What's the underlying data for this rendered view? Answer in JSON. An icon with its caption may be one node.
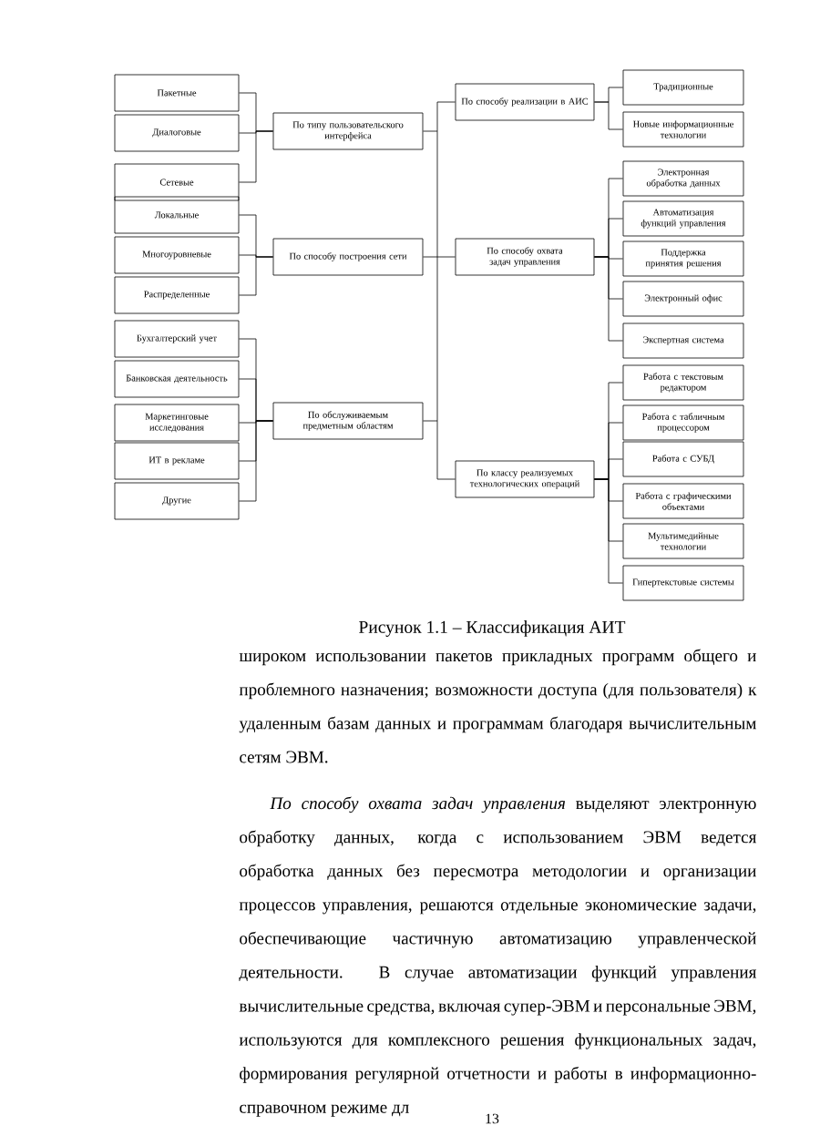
{
  "diagram": {
    "caption": "Рисунок 1.1 – Классификация АИТ",
    "nodes": [
      {
        "text": [
          "Пакетные"
        ]
      },
      {
        "text": [
          "Диалоговые"
        ]
      },
      {
        "text": [
          "Сетевые"
        ]
      },
      {
        "text": [
          "Локальные"
        ]
      },
      {
        "text": [
          "Многоуровневые"
        ]
      },
      {
        "text": [
          "Распределенные"
        ]
      },
      {
        "text": [
          "Бухгалтерский учет"
        ]
      },
      {
        "text": [
          "Банковская деятельность"
        ]
      },
      {
        "text": [
          "Маркетинговые исследования"
        ]
      },
      {
        "text": [
          "ИТ в рекламе"
        ]
      },
      {
        "text": [
          "Другие"
        ]
      },
      {
        "text": [
          "По типу пользовательского интерфейса"
        ]
      },
      {
        "text": [
          "По способу построения сети"
        ]
      },
      {
        "text": [
          "По обслуживаемым предметным областям"
        ]
      },
      {
        "text": [
          "По способу реализации в АИС"
        ]
      },
      {
        "text": [
          "По способу охвата задач управления"
        ]
      },
      {
        "text": [
          "По классу реализуемых технологических операций"
        ]
      },
      {
        "text": [
          "Традиционные"
        ]
      },
      {
        "text": [
          "Новые информационные технологии"
        ]
      },
      {
        "text": [
          "Электронная обработка данных"
        ]
      },
      {
        "text": [
          "Автоматизация функций управления"
        ]
      },
      {
        "text": [
          "Поддержка принятия решения"
        ]
      },
      {
        "text": [
          "Электронный офис"
        ]
      },
      {
        "text": [
          "Экспертная система"
        ]
      },
      {
        "text": [
          "Работа с текстовым редактором"
        ]
      },
      {
        "text": [
          "Работа с табличным процессором"
        ]
      },
      {
        "text": [
          "Работа с СУБД"
        ]
      },
      {
        "text": [
          "Работа с графическими объектами"
        ]
      },
      {
        "text": [
          "Мультимедийные технологии"
        ]
      },
      {
        "text": [
          "Гипертекстовые системы"
        ]
      }
    ],
    "edges": [
      {
        "from": 0,
        "to": 11,
        "arrow": "none"
      },
      {
        "from": 1,
        "to": 11,
        "arrow": "none"
      },
      {
        "from": 2,
        "to": 11,
        "arrow": "none"
      },
      {
        "from": 3,
        "to": 12,
        "arrow": "none"
      },
      {
        "from": 4,
        "to": 12,
        "arrow": "none"
      },
      {
        "from": 5,
        "to": 12,
        "arrow": "none"
      },
      {
        "from": 6,
        "to": 13,
        "arrow": "none"
      },
      {
        "from": 7,
        "to": 13,
        "arrow": "none"
      },
      {
        "from": 8,
        "to": 13,
        "arrow": "none"
      },
      {
        "from": 9,
        "to": 13,
        "arrow": "none"
      },
      {
        "from": 10,
        "to": 13,
        "arrow": "none"
      },
      {
        "from": 14,
        "to": 17,
        "arrow": "none"
      },
      {
        "from": 14,
        "to": 18,
        "arrow": "none"
      },
      {
        "from": 15,
        "to": 19,
        "arrow": "none"
      },
      {
        "from": 15,
        "to": 20,
        "arrow": "none"
      },
      {
        "from": 15,
        "to": 21,
        "arrow": "none"
      },
      {
        "from": 15,
        "to": 22,
        "arrow": "none"
      },
      {
        "from": 15,
        "to": 23,
        "arrow": "none"
      },
      {
        "from": 16,
        "to": 24,
        "arrow": "none"
      },
      {
        "from": 16,
        "to": 25,
        "arrow": "none"
      },
      {
        "from": 16,
        "to": 26,
        "arrow": "none"
      },
      {
        "from": 16,
        "to": 27,
        "arrow": "none"
      },
      {
        "from": 16,
        "to": 28,
        "arrow": "none"
      },
      {
        "from": 16,
        "to": 29,
        "arrow": "none"
      }
    ],
    "labels": [
      "широком использовании пакетов прикладных программ общего и проблемного назначения; возможности доступа (для пользователя) к удаленным базам данных и программам благодаря вычислительным сетям ЭВМ.",
      "*По способу охвата задач управления* выделяют электронную обработку данных, когда с использованием ЭВМ ведется обработка данных без пересмотра методологии и организации процессов управления, решаются отдельные экономические задачи, обеспечивающие частичную автоматизацию управленческой деятельности. В случае автоматизации функций управления вычислительные средства, включая супер-ЭВМ и персональные ЭВМ, используются для комплексного решения функциональных задач, формирования регулярной отчетности и работы в информационно-справочном режиме дл",
      "13"
    ]
  }
}
